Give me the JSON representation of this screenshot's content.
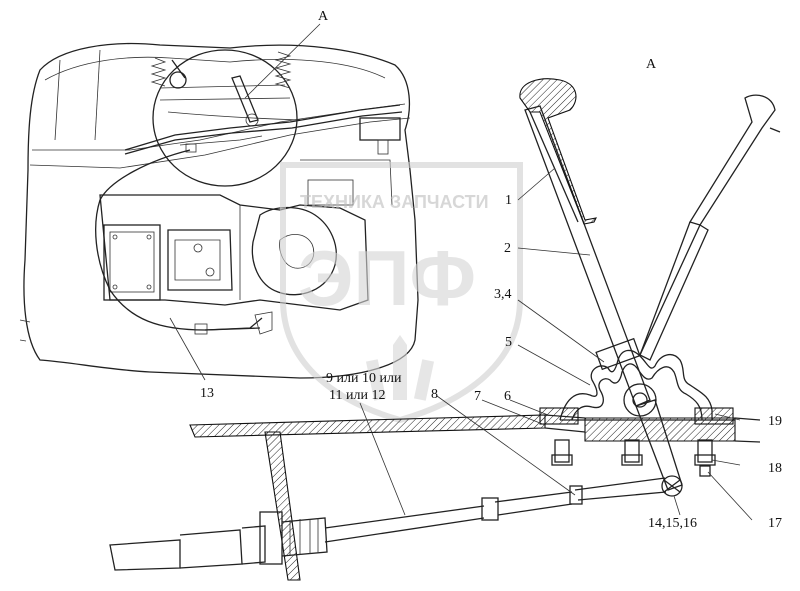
{
  "view_labels": {
    "left_view": "А",
    "detail_view": "А"
  },
  "watermark": {
    "brand_text": "ТЕХНИКА ЗАПЧАСТИ",
    "logo_letters": "ЭПФ"
  },
  "callouts": {
    "c1": "1",
    "c2": "2",
    "c3": "3,4",
    "c5": "5",
    "c6": "6",
    "c7": "7",
    "c8": "8",
    "c9a": "9 или 10 или",
    "c9b": "11 или 12",
    "c13": "13",
    "c14": "14,15,16",
    "c17": "17",
    "c18": "18",
    "c19": "19"
  },
  "colors": {
    "line": "#222222",
    "watermark": "#d9d9d9"
  }
}
